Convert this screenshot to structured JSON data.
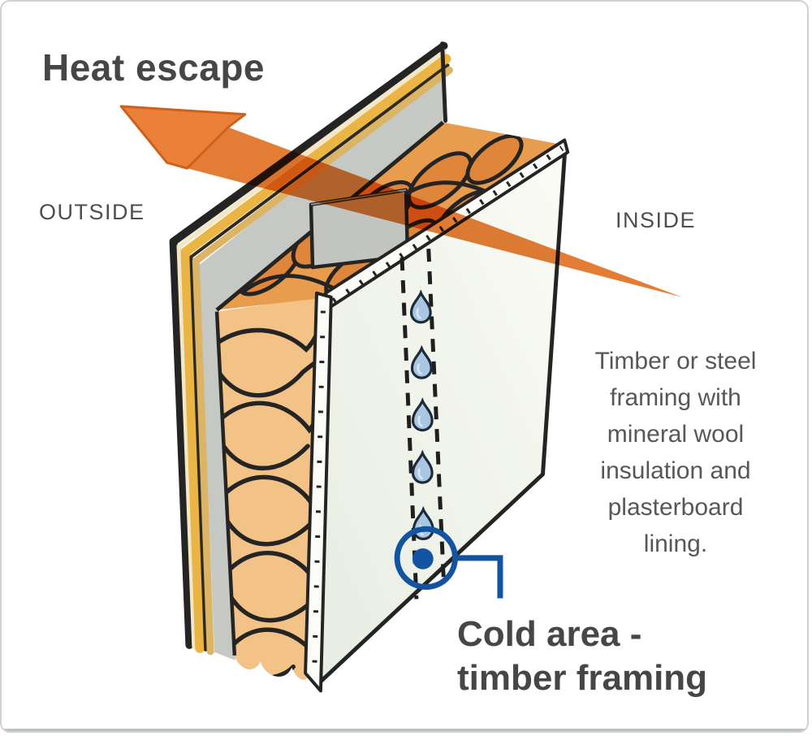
{
  "title": "Heat escape",
  "labels": {
    "outside": "OUTSIDE",
    "inside": "INSIDE"
  },
  "annotation": {
    "full_text": "Timber or steel framing with mineral wool insulation and plasterboard lining.",
    "lines": [
      "Timber or steel",
      "framing with",
      "mineral wool",
      "insulation and",
      "plasterboard",
      "lining."
    ]
  },
  "callout": {
    "full_text": "Cold area - timber framing",
    "lines": [
      "Cold area -",
      "timber framing"
    ]
  },
  "diagram": {
    "type": "wall-cutaway-cross-section",
    "arrow_icon": "heat-escape-arrow-icon",
    "droplets": {
      "icon": "water-droplet-icon",
      "count": 5
    },
    "cold_spot_marker": "circle-with-dot",
    "colors": {
      "arrow_orange": "#ea7f38",
      "insulation_light": "#f3c287",
      "insulation_deep": "#e0863a",
      "sheathing_gray": "#c6c8c3",
      "timber_yellow": "#eab544",
      "plasterboard_white": "#fbfbf7",
      "wall_face_tint": "#edf1e8",
      "callout_blue": "#1253a2",
      "droplet_blue": "#a9c7e3",
      "heading_text": "#464646",
      "body_text": "#55585a"
    }
  }
}
